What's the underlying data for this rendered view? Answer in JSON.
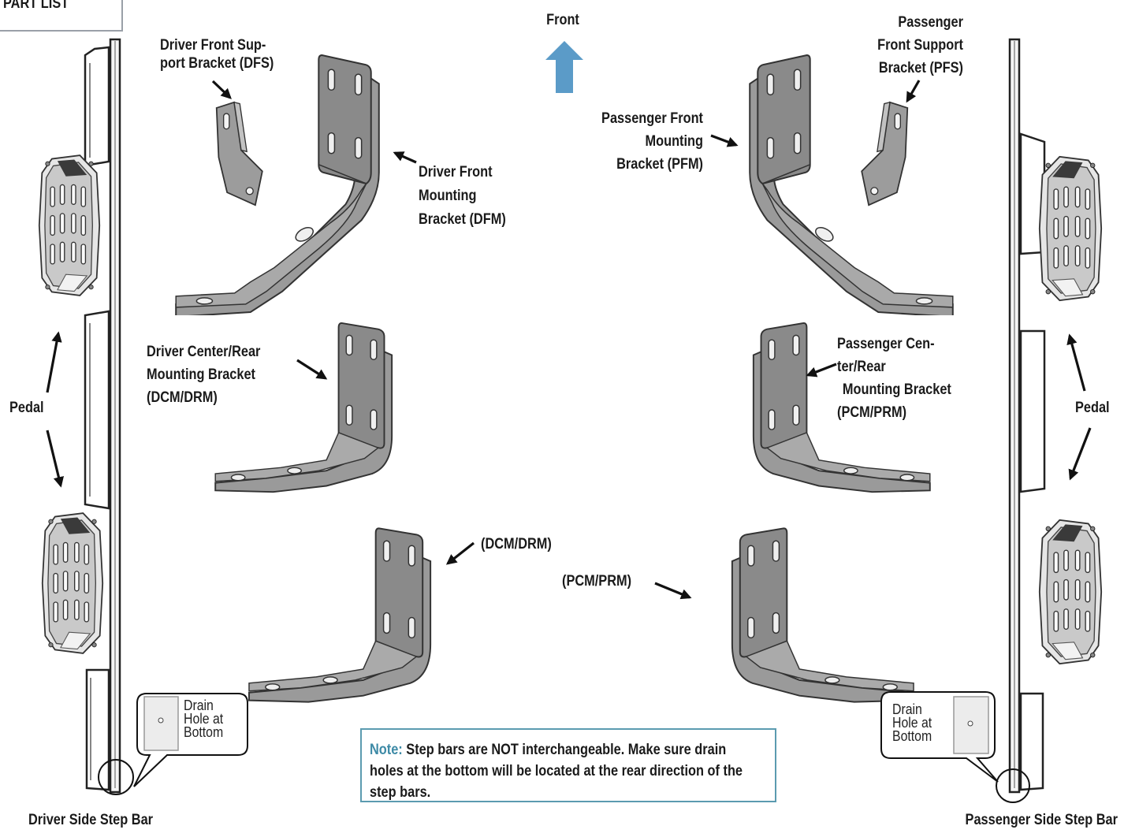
{
  "header": {
    "part_list": "PART LIST"
  },
  "front": {
    "label": "Front",
    "arrow_color": "#5b9bc8"
  },
  "labels": {
    "dfs": [
      "Driver Front Sup-",
      "port Bracket (DFS)"
    ],
    "dfm": [
      "Driver Front",
      "Mounting",
      "Bracket (DFM)"
    ],
    "pfm": [
      "Passenger Front",
      "Mounting",
      "Bracket (PFM)"
    ],
    "pfs": [
      "Passenger",
      "Front Support",
      "Bracket (PFS)"
    ],
    "dcm": [
      "Driver Center/Rear",
      "Mounting Bracket",
      "(DCM/DRM)"
    ],
    "pcm": [
      "Passenger Cen-",
      "ter/Rear",
      "Mounting Bracket",
      "(PCM/PRM)"
    ],
    "dcm2": "(DCM/DRM)",
    "pcm2": "(PCM/PRM)",
    "pedal_left": "Pedal",
    "pedal_right": "Pedal",
    "driver_bar": "Driver Side Step Bar",
    "passenger_bar": "Passenger Side Step Bar"
  },
  "drain_callout": {
    "lines": [
      "Drain",
      "Hole at",
      "Bottom"
    ]
  },
  "note": {
    "prefix": "Note:",
    "text": " Step bars are NOT interchangeable. Make sure drain holes at the bottom will be located at the rear direction of the step bars.",
    "border_color": "#5b9bb0"
  }
}
